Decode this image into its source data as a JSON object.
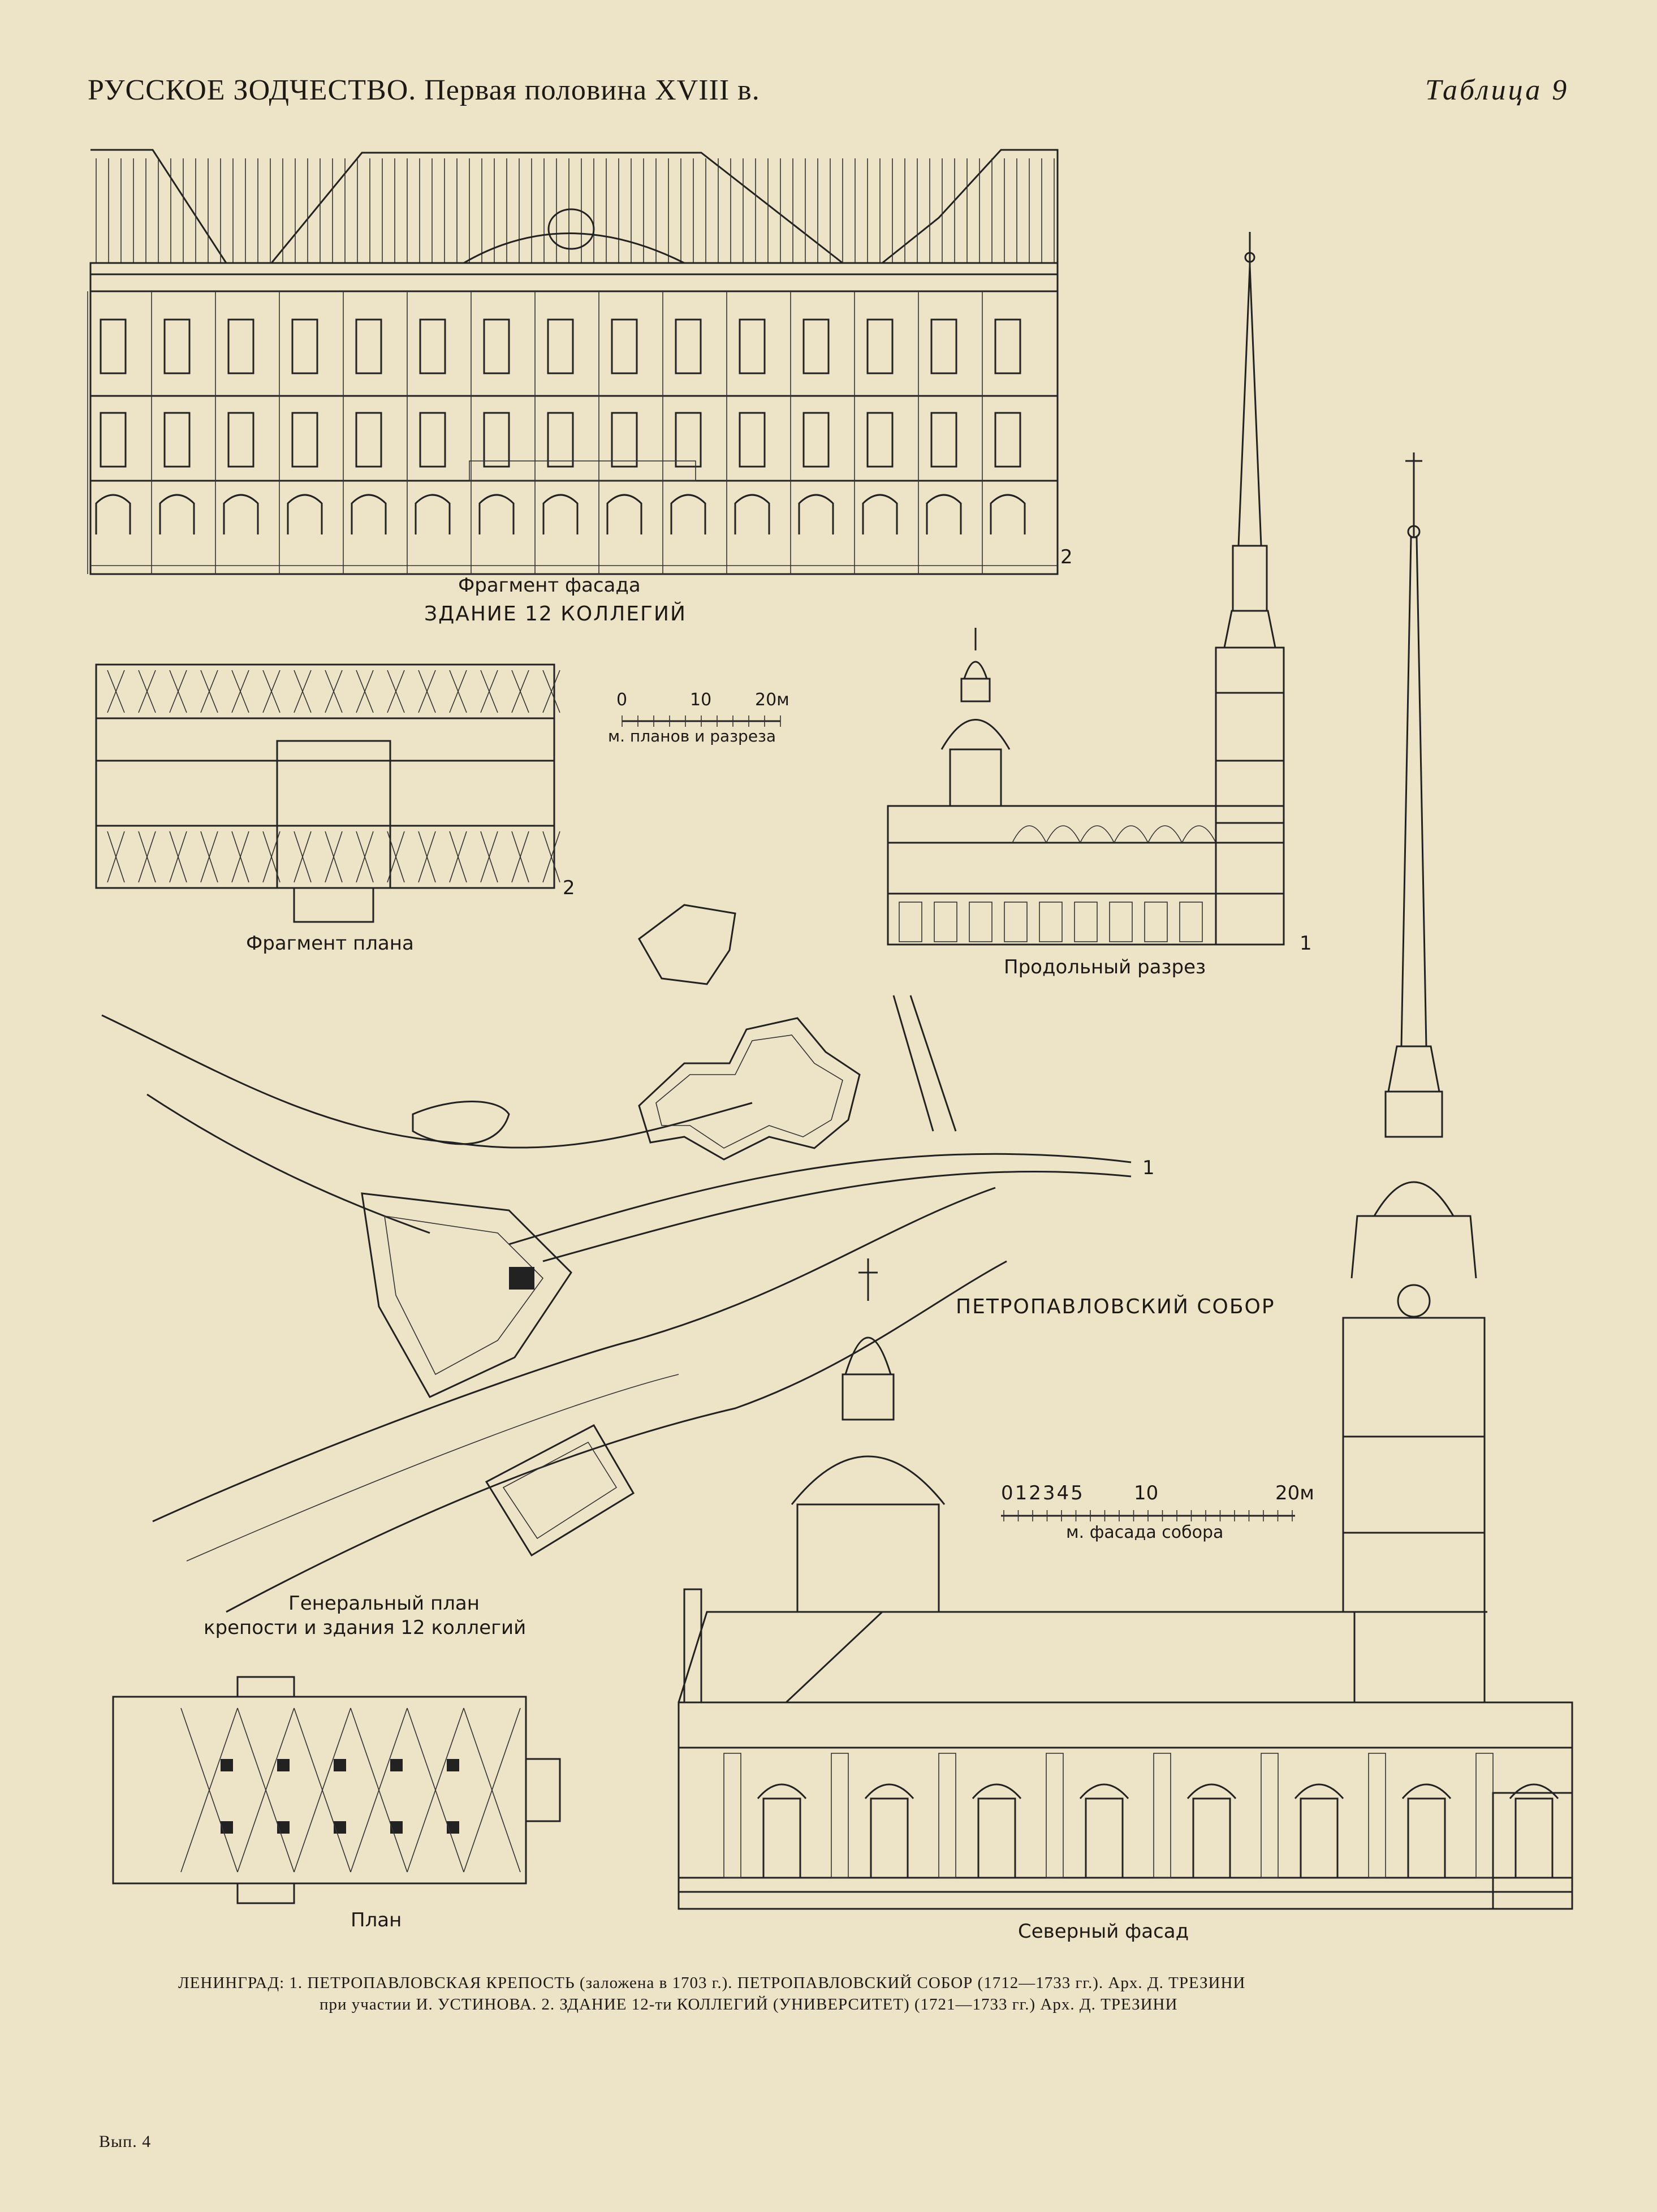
{
  "header": {
    "title_left": "РУССКОЕ ЗОДЧЕСТВО. Первая половина XVIII в.",
    "title_right": "Таблица 9"
  },
  "drawings": {
    "facade_fragment_label": "Фрагмент фасада",
    "building_title": "ЗДАНИЕ 12 КОЛЛЕГИЙ",
    "facade_number": "2",
    "plan_fragment_label": "Фрагмент плана",
    "plan_fragment_number": "2",
    "scale_plans": {
      "ticks": [
        "0",
        "10",
        "20м"
      ],
      "caption": "м. планов и разреза"
    },
    "section_label": "Продольный разрез",
    "section_number": "1",
    "site_number": "1",
    "general_plan_label_line1": "Генеральный план",
    "general_plan_label_line2": "крепости и здания 12 коллегий",
    "cathedral_title": "ПЕТРОПАВЛОВСКИЙ СОБОР",
    "scale_facade": {
      "ticks": [
        "012345",
        "10",
        "20м"
      ],
      "caption": "м. фасада собора"
    },
    "plan_label": "План",
    "north_facade_label": "Северный фасад"
  },
  "caption": {
    "line1": "ЛЕНИНГРАД: 1. ПЕТРОПАВЛОВСКАЯ КРЕПОСТЬ (заложена в 1703 г.). ПЕТРОПАВЛОВСКИЙ СОБОР (1712—1733 гг.). Арх. Д. ТРЕЗИНИ",
    "line2": "при участии И. УСТИНОВА. 2. ЗДАНИЕ 12-ти КОЛЛЕГИЙ (УНИВЕРСИТЕТ) (1721—1733 гг.) Арх. Д. ТРЕЗИНИ"
  },
  "footer": {
    "issue": "Вып. 4"
  }
}
